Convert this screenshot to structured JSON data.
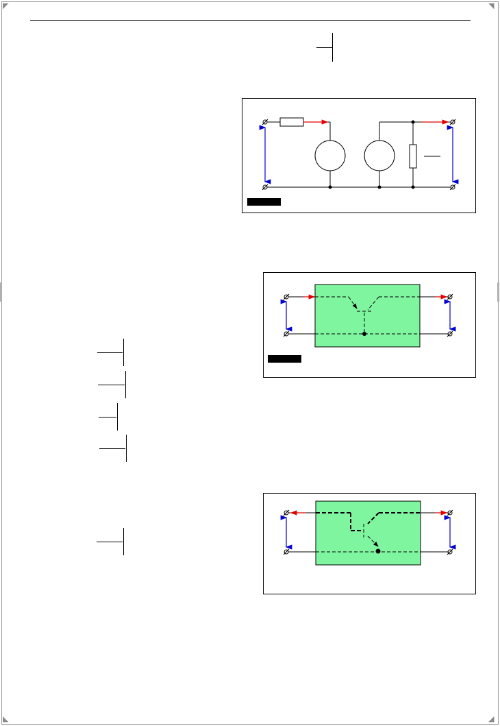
{
  "page": {
    "header_text": "",
    "corner_marks": [
      "◤",
      "◥",
      "◣",
      "◢"
    ]
  },
  "figures": [
    {
      "id": "figure-1",
      "kind": "equivalent-circuit-two-sources-with-resistors",
      "caption_tag": "",
      "colors": {
        "current_arrow": "#e00000",
        "voltage_arrow": "#0000d0",
        "wire": "#000000"
      }
    },
    {
      "id": "figure-2",
      "kind": "transistor-two-port-input-to-output",
      "caption_tag": "",
      "colors": {
        "block_fill": "#80f5a0",
        "current_arrow": "#e00000",
        "voltage_arrow": "#0000d0"
      }
    },
    {
      "id": "figure-3",
      "kind": "transistor-two-port-output-to-input",
      "caption_tag": "",
      "colors": {
        "block_fill": "#80f5a0",
        "current_arrow": "#e00000",
        "voltage_arrow": "#0000d0"
      }
    }
  ],
  "formulas": {
    "header_fraction": "",
    "fractions": [
      "",
      "",
      "",
      "",
      ""
    ]
  }
}
